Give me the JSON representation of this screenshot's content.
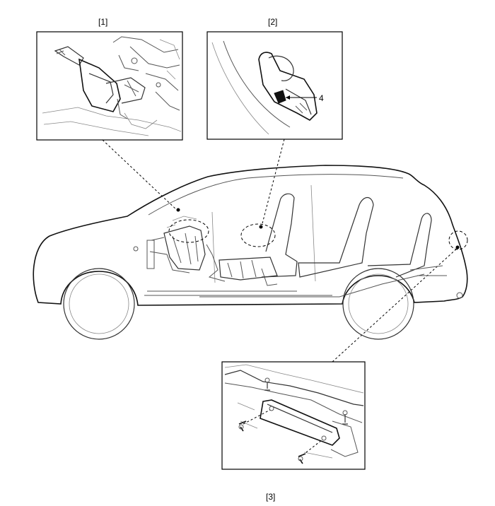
{
  "callouts": {
    "c1": "[1]",
    "c2": "[2]",
    "c3": "[3]"
  },
  "detail2": {
    "part_number": "4"
  }
}
